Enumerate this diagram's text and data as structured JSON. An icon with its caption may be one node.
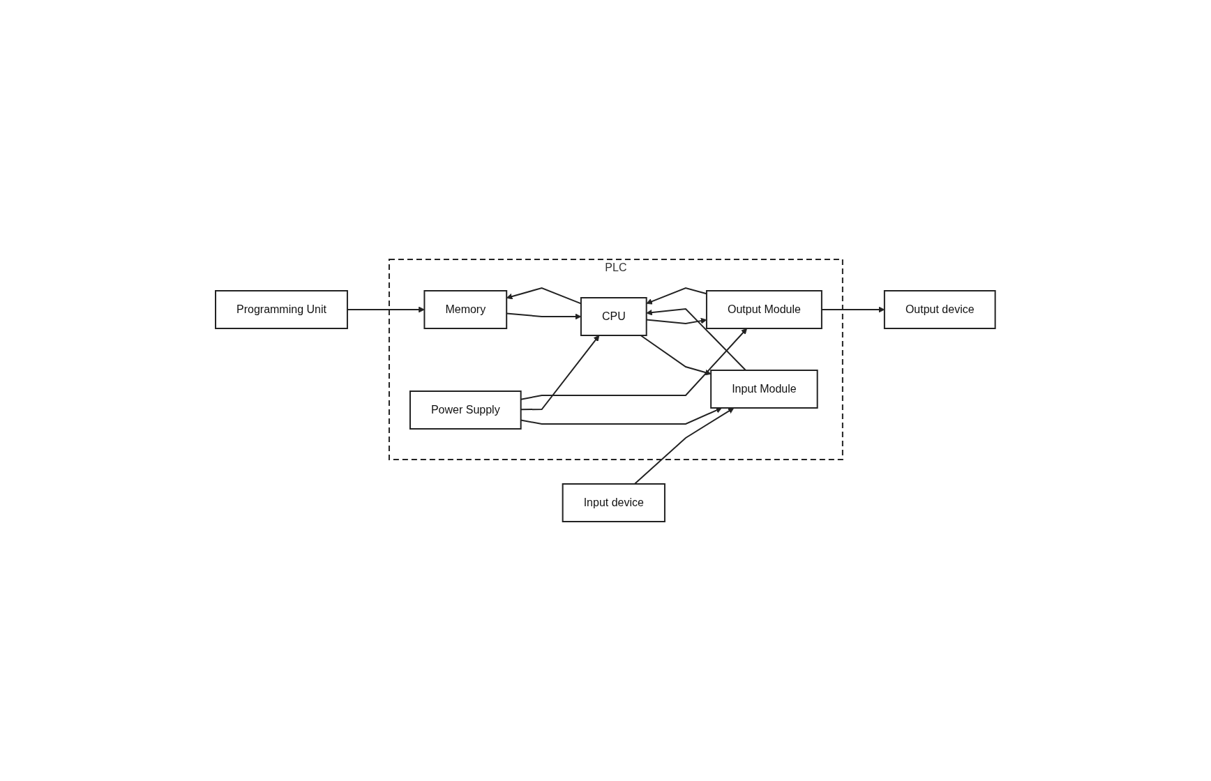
{
  "diagram": {
    "nodes": [
      {
        "text": [
          "Programming Unit"
        ]
      },
      {
        "text": [
          "PLC"
        ]
      },
      {
        "text": [
          "Memory"
        ],
        "in": 1
      },
      {
        "text": [
          "Input device"
        ]
      },
      {
        "text": [
          "Input Module"
        ],
        "in": 1
      },
      {
        "text": [
          "CPU"
        ],
        "in": 1
      },
      {
        "text": [
          "Output Module"
        ],
        "in": 1
      },
      {
        "text": [
          "Output device"
        ]
      },
      {
        "text": [
          "Power Supply"
        ],
        "in": 1
      }
    ],
    "edges": [
      {
        "from": 0,
        "to": 2,
        "arrow": "to"
      },
      {
        "from": 2,
        "to": 5,
        "arrow": "to"
      },
      {
        "from": 5,
        "to": 2,
        "arrow": "to"
      },
      {
        "from": 3,
        "to": 4,
        "arrow": "to"
      },
      {
        "from": 4,
        "to": 5,
        "arrow": "to"
      },
      {
        "from": 5,
        "to": 4,
        "arrow": "to"
      },
      {
        "from": 5,
        "to": 6,
        "arrow": "to"
      },
      {
        "from": 6,
        "to": 5,
        "arrow": "to"
      },
      {
        "from": 6,
        "to": 7,
        "arrow": "to"
      },
      {
        "from": 8,
        "to": 4,
        "arrow": "to"
      },
      {
        "from": 8,
        "to": 5,
        "arrow": "to"
      },
      {
        "from": 8,
        "to": 6,
        "arrow": "to"
      }
    ]
  }
}
